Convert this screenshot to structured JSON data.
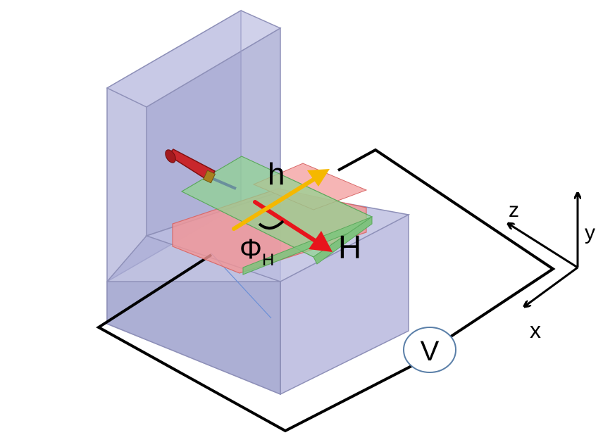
{
  "labels": {
    "h": "h",
    "H": "H",
    "phi": "Φ",
    "phi_sub": "H",
    "voltmeter": "V",
    "axis_x": "x",
    "axis_y": "y",
    "axis_z": "z"
  },
  "colors": {
    "block_fill": "#aeb0d6",
    "block_edge": "#8e90b8",
    "green_sheet": "#8fd08f",
    "red_sheet": "#f08c8c",
    "arrow_h": "#f5b800",
    "arrow_H": "#e8141c",
    "wire": "#000000"
  }
}
